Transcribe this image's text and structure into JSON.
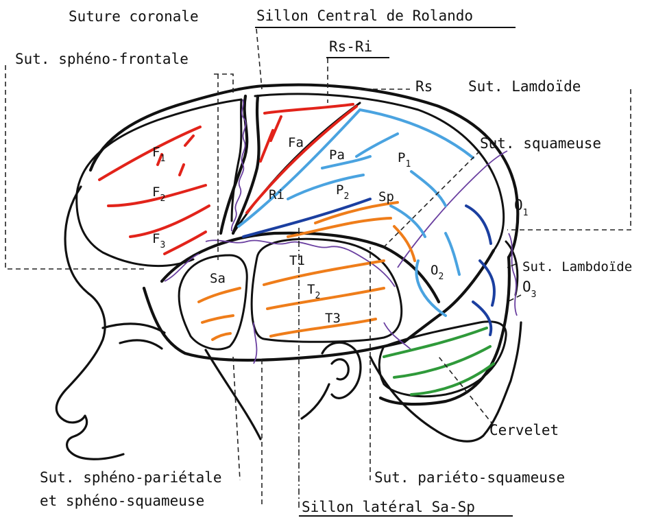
{
  "labels": {
    "suture_coronale": "Suture coronale",
    "sillon_central": "Sillon Central de Rolando",
    "rs_ri": "Rs-Ri",
    "sut_spheno_frontale": "Sut. sphéno-frontale",
    "rs": "Rs",
    "sut_lamdoide": "Sut. Lamdoïde",
    "sut_squameuse": "Sut. squameuse",
    "o1": "O",
    "o1_sub": "1",
    "sut_lambdoide": "Sut. Lambdoïde",
    "o3": "O",
    "o3_sub": "3",
    "cervelet": "Cervelet",
    "sut_spheno_parietale_l1": "Sut. sphéno-pariétale",
    "sut_spheno_parietale_l2": "et sphéno-squameuse",
    "sut_parieto_squameuse": "Sut. pariéto-squameuse",
    "sillon_lateral": "Sillon latéral Sa-Sp"
  },
  "regions": {
    "f1": "F",
    "f1_sub": "1",
    "f2": "F",
    "f2_sub": "2",
    "f3": "F",
    "f3_sub": "3",
    "fa": "Fa",
    "ri": "Ri",
    "pa": "Pa",
    "p1": "P",
    "p1_sub": "1",
    "p2": "P",
    "p2_sub": "2",
    "sp": "Sp",
    "sa": "Sa",
    "t1": "T1",
    "t2": "T",
    "t2_sub": "2",
    "t3": "T3",
    "o2": "O",
    "o2_sub": "2"
  },
  "colors": {
    "frontal": "#e2231a",
    "parietal": "#4aa3e0",
    "parietal_dark": "#1b3fa0",
    "temporal": "#ef7d1a",
    "cerebellum": "#2f9a3a",
    "suture": "#6a3fa0"
  }
}
